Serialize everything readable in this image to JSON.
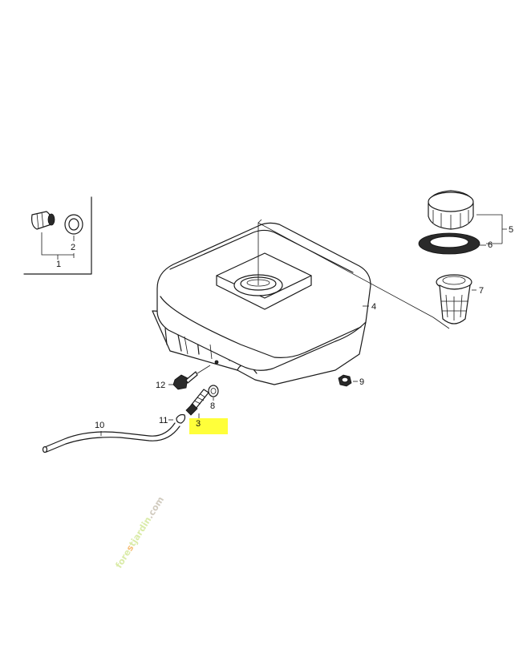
{
  "callouts": {
    "p1": "1",
    "p2": "2",
    "p3": "3",
    "p4": "4",
    "p5": "5",
    "p6": "6",
    "p7": "7",
    "p8": "8",
    "p9": "9",
    "p10": "10",
    "p11": "11",
    "p12": "12"
  },
  "watermark": {
    "text": "forestjardin.com",
    "part_a": "fore",
    "part_s": "s",
    "part_b": "tjardin",
    "part_c": ".com",
    "color_green": "#d4e89a",
    "color_orange": "#f5b25e",
    "color_gray": "#c9c2b4"
  },
  "highlight": {
    "color": "#ffff3a",
    "target": "3"
  }
}
